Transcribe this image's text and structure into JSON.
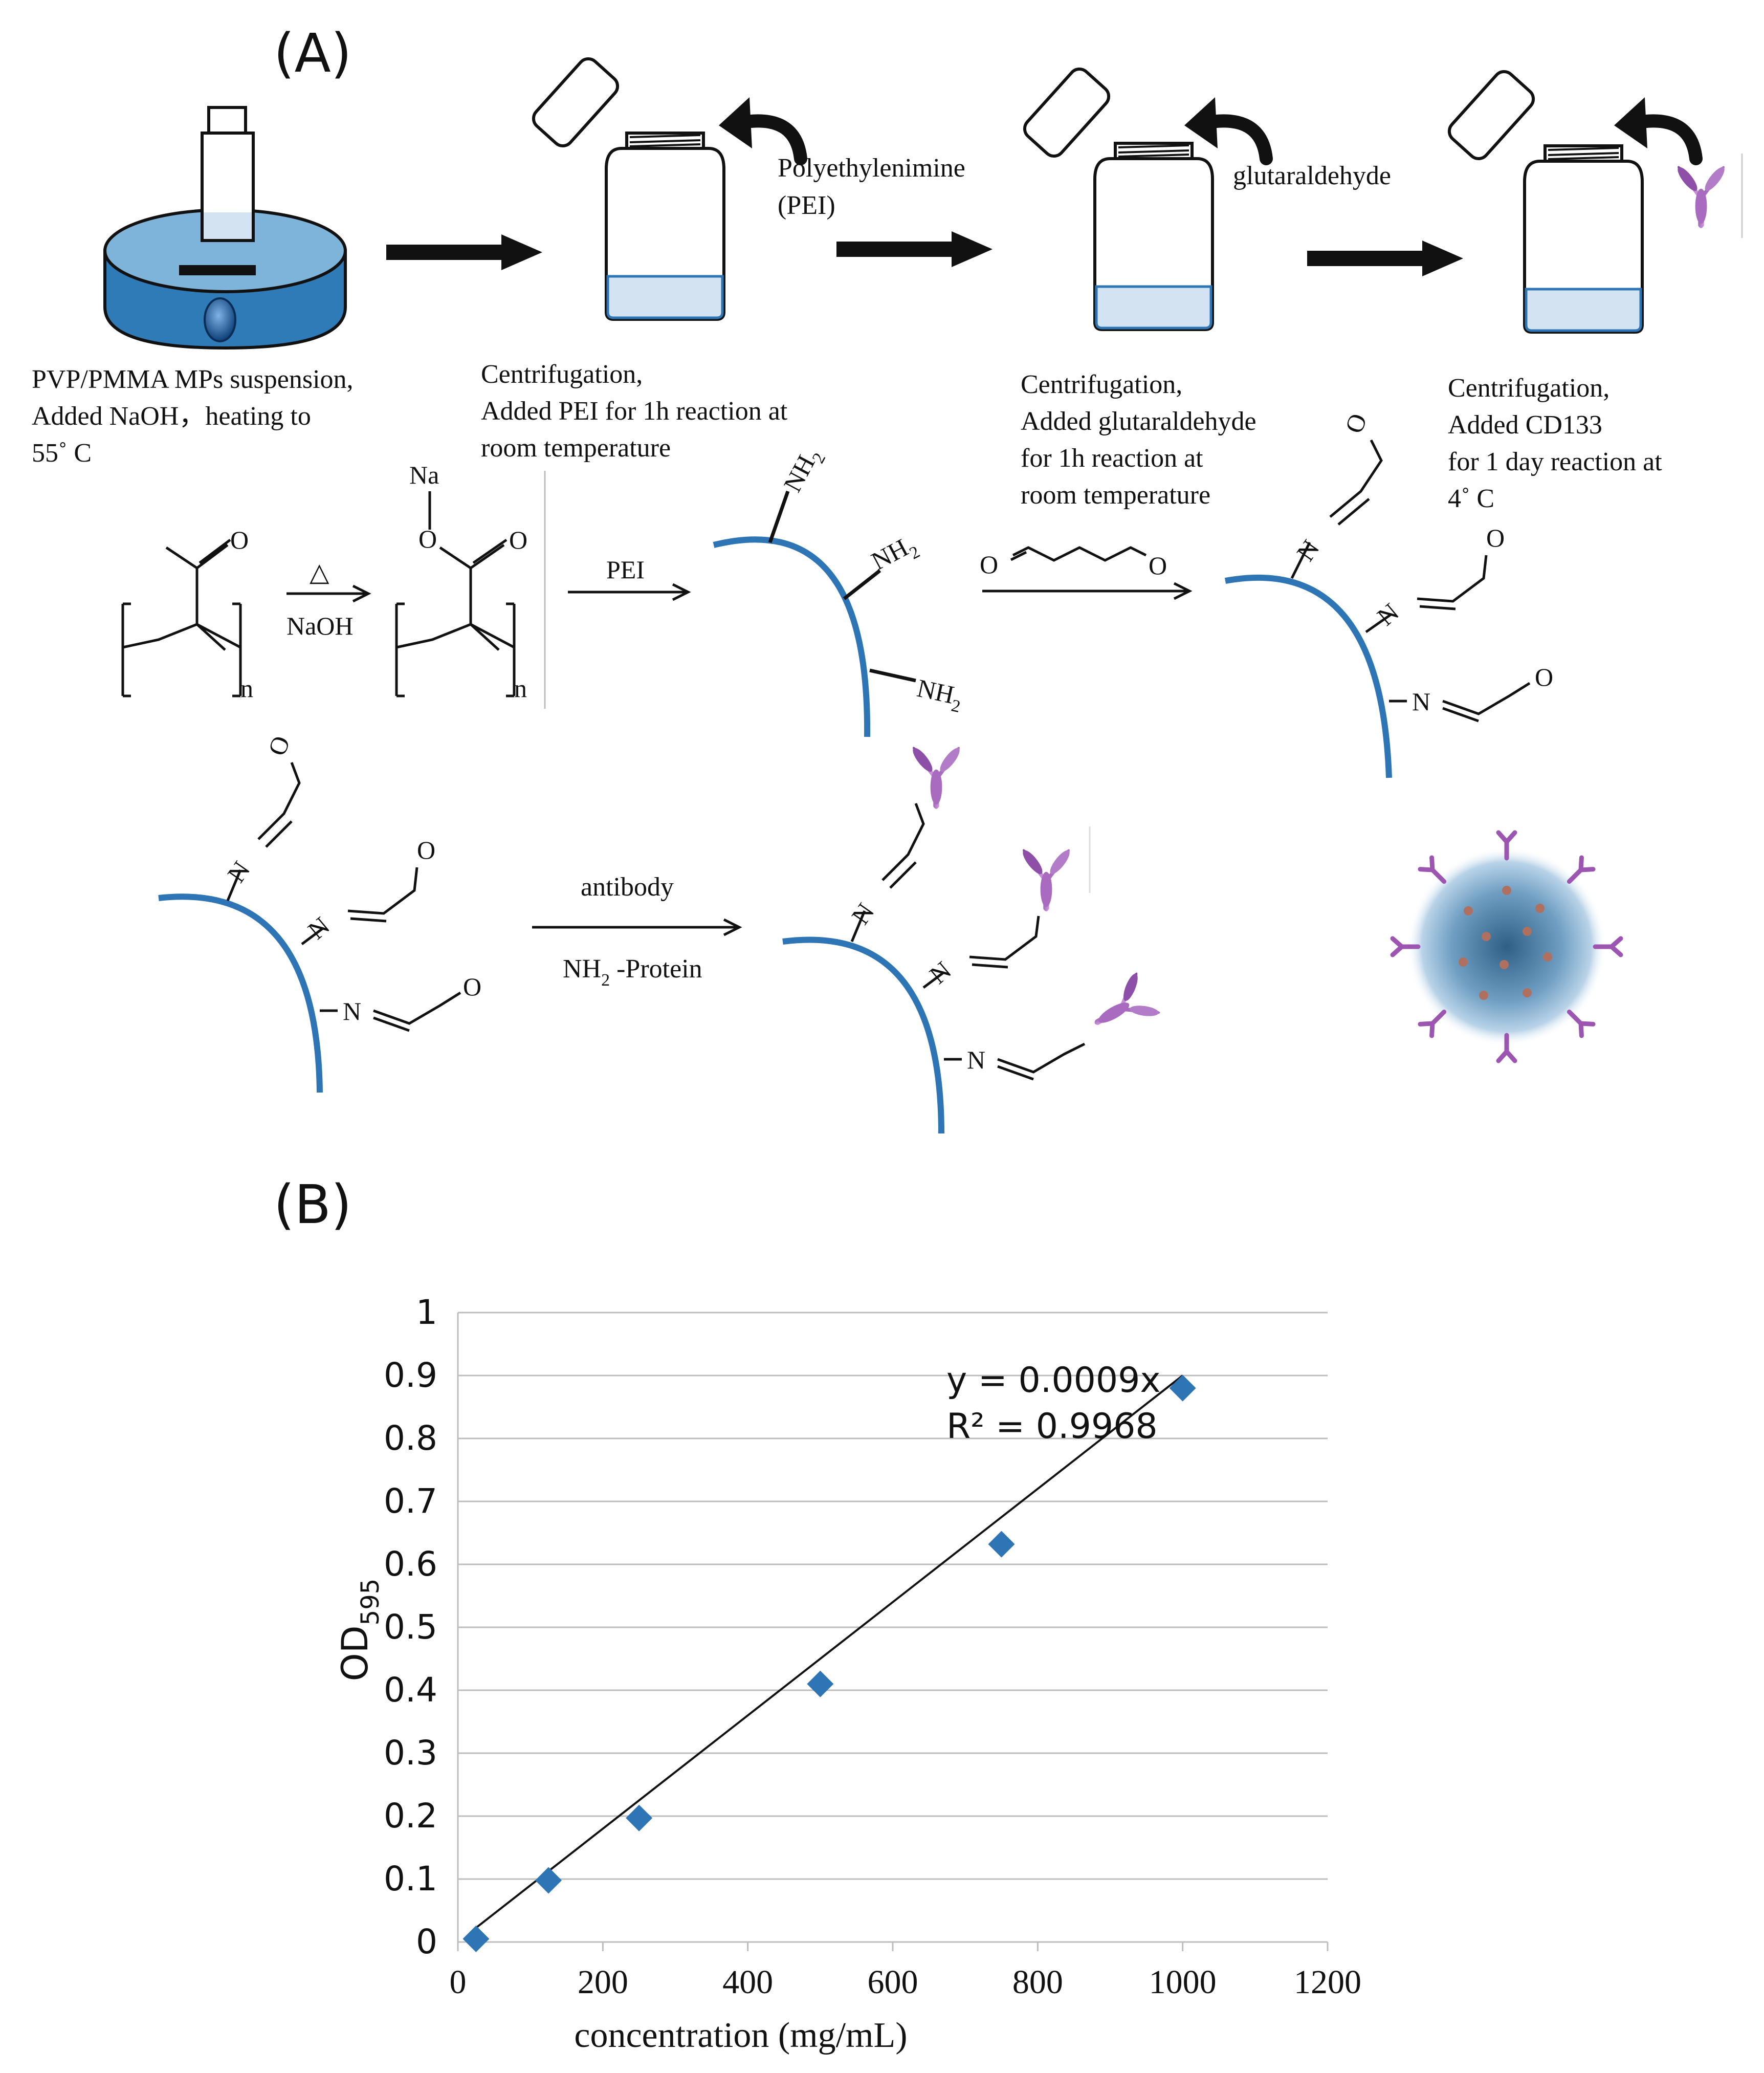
{
  "panel_a": {
    "label": "(A)",
    "captions": {
      "step1": [
        "PVP/PMMA MPs suspension,",
        "Added NaOH，heating to",
        "55˚ C"
      ],
      "step2": [
        "Centrifugation,",
        "Added PEI for 1h reaction at",
        "room temperature"
      ],
      "step3": [
        "Centrifugation,",
        "Added glutaraldehyde",
        "for 1h reaction at",
        "room temperature"
      ],
      "step4": [
        "Centrifugation,",
        "Added CD133",
        "for 1 day reaction at",
        "4˚ C"
      ]
    },
    "reagents": {
      "pei": [
        "Polyethylenimine",
        "(PEI)"
      ],
      "glutaraldehyde": "glutaraldehyde"
    },
    "chemistry": {
      "delta": "△",
      "naoh": "NaOH",
      "na": "Na",
      "o": "O",
      "n_sub": "n",
      "pei": "PEI",
      "nh2": "NH",
      "sub2": "2",
      "n_atom": "N",
      "antibody": "antibody",
      "nh2_protein_prefix": "NH",
      "nh2_protein_suffix": " -Protein"
    }
  },
  "panel_b": {
    "label": "(B)",
    "equation": "y = 0.0009x",
    "r_squared": "R² = 0.9968"
  },
  "chart_data": {
    "type": "scatter",
    "xlabel": "concentration (mg/mL)",
    "ylabel": "OD",
    "ylabel_subscript": "595",
    "xlim": [
      0,
      1200
    ],
    "ylim": [
      0,
      1
    ],
    "x_ticks": [
      "0",
      "200",
      "400",
      "600",
      "800",
      "1000",
      "1200"
    ],
    "y_ticks": [
      "0",
      "0.1",
      "0.2",
      "0.3",
      "0.4",
      "0.5",
      "0.6",
      "0.7",
      "0.8",
      "0.9",
      "1"
    ],
    "grid": "horizontal",
    "series": [
      {
        "x": [
          25,
          125,
          250,
          500,
          750,
          1000
        ],
        "y": [
          0.005,
          0.098,
          0.197,
          0.41,
          0.632,
          0.88
        ]
      }
    ],
    "trendline": {
      "slope": 0.0009,
      "intercept": 0
    },
    "marker_color": "#2E75B6",
    "colors": {
      "bead": "#2F7BB8",
      "bead_top": "#7FB4DA",
      "liquid": "#D3E3F1",
      "antibody": "#A35FB5",
      "arc": "#2E75B6"
    }
  }
}
